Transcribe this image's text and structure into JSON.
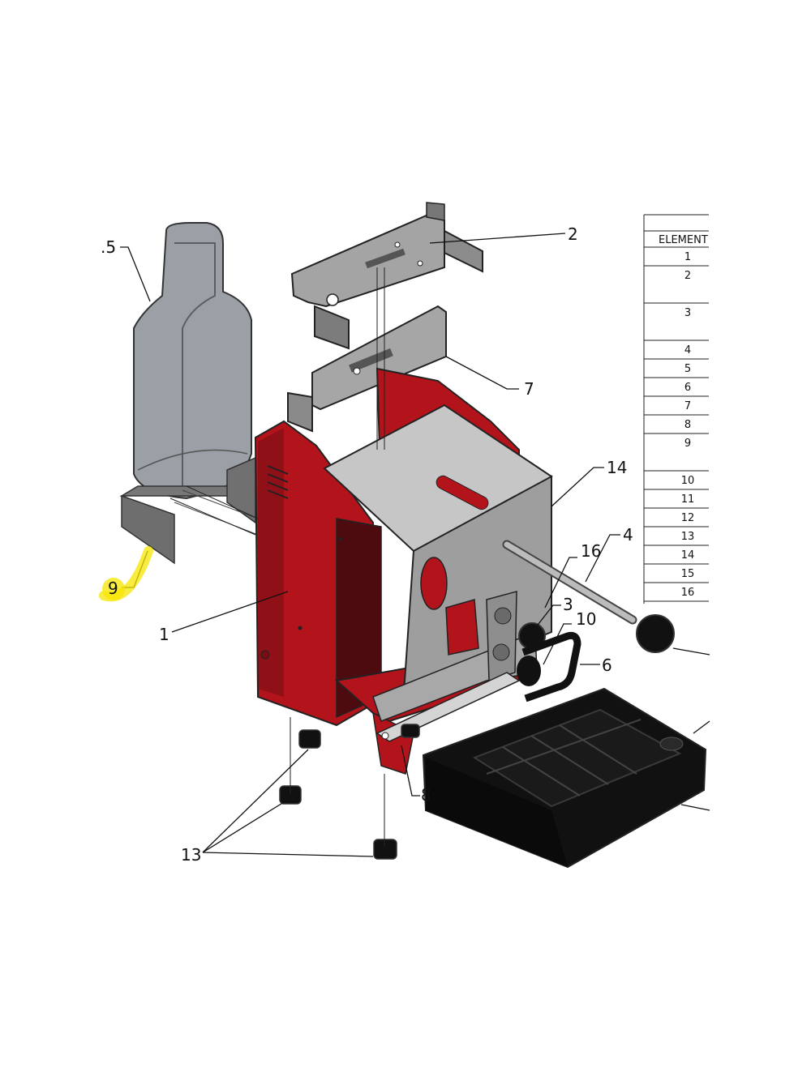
{
  "colors": {
    "frame_red": "#b3141b",
    "frame_dark": "#4d0a0f",
    "steel": "#9e9e9e",
    "steel_light": "#c6c6c6",
    "tank": "#8a8f96",
    "tray": "#111111",
    "highlight": "#f7e600"
  },
  "callouts": {
    "c1": "1",
    "c2": "2",
    "c3": "3",
    "c4": "4",
    "c5": ".5",
    "c6": "6",
    "c7": "7",
    "c8": "8",
    "c9": "9",
    "c10": "10",
    "c13": "13",
    "c14": "14",
    "c16": "16"
  },
  "parts_table": {
    "header": "ELEMENT",
    "rows": [
      "1",
      "2",
      "3",
      "4",
      "5",
      "6",
      "7",
      "8",
      "9",
      "10",
      "11",
      "12",
      "13",
      "14",
      "15",
      "16"
    ]
  }
}
